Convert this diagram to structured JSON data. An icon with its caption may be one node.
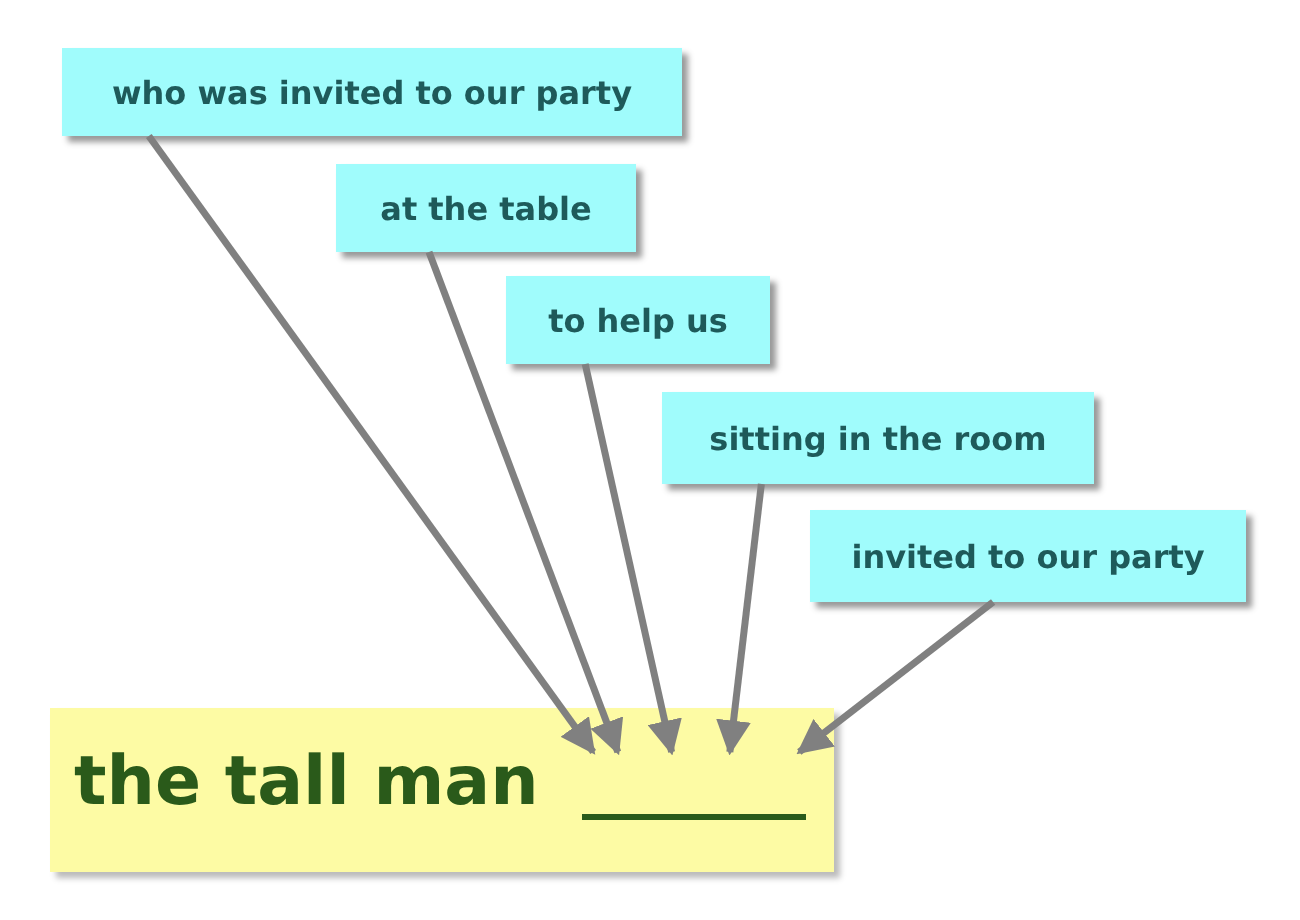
{
  "diagram": {
    "nodes": [
      {
        "text": [
          "who was invited to our party"
        ]
      },
      {
        "text": [
          "at the table"
        ]
      },
      {
        "text": [
          "to help us"
        ]
      },
      {
        "text": [
          "sitting in the room"
        ]
      },
      {
        "text": [
          "invited to our party"
        ]
      },
      {
        "text": [
          "the tall man"
        ]
      },
      {
        "text": [],
        "shape": "bar",
        "in": 5
      }
    ],
    "edges": [
      {
        "from": 0,
        "to": 6,
        "arrow": "to"
      },
      {
        "from": 1,
        "to": 6,
        "arrow": "to"
      },
      {
        "from": 2,
        "to": 6,
        "arrow": "to"
      },
      {
        "from": 3,
        "to": 6,
        "arrow": "to"
      },
      {
        "from": 4,
        "to": 6,
        "arrow": "to"
      }
    ]
  }
}
